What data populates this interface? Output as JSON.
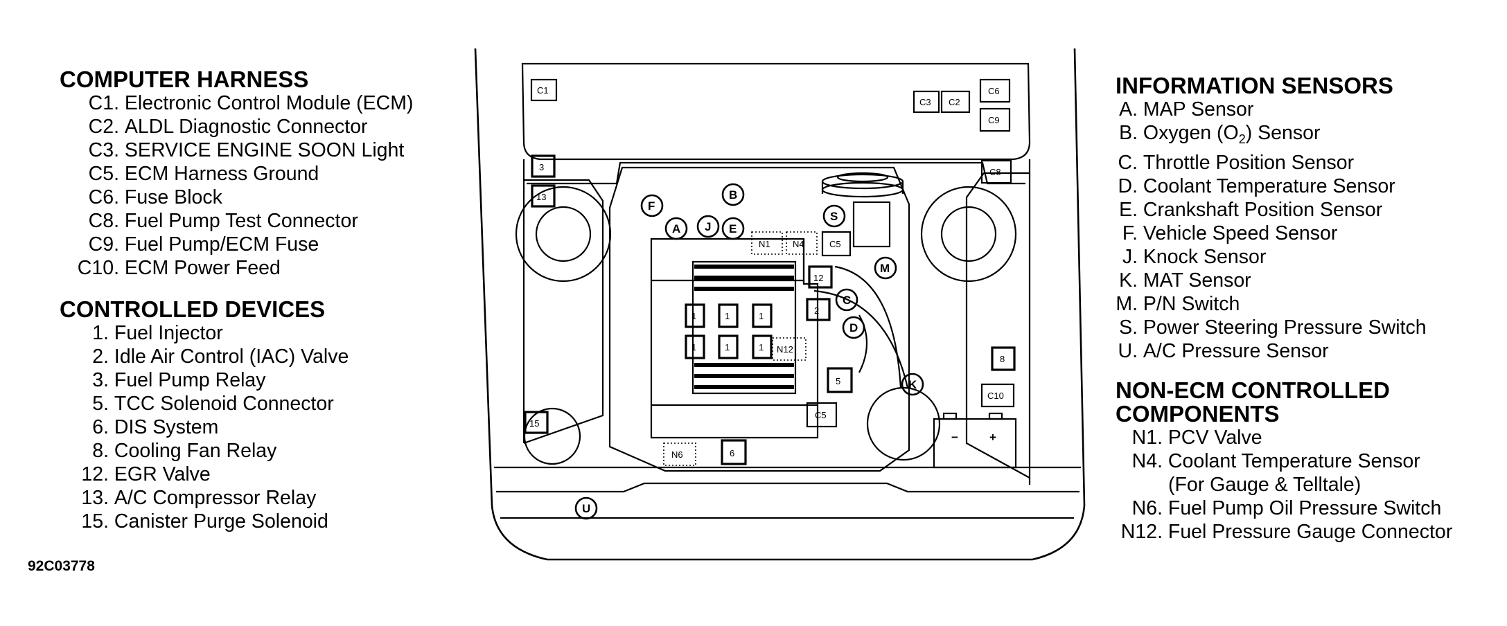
{
  "computer_harness": {
    "title": "COMPUTER HARNESS",
    "items": [
      {
        "code": "C1.",
        "text": "Electronic Control Module (ECM)"
      },
      {
        "code": "C2.",
        "text": "ALDL Diagnostic Connector"
      },
      {
        "code": "C3.",
        "text": "SERVICE ENGINE SOON Light"
      },
      {
        "code": "C5.",
        "text": "ECM Harness Ground"
      },
      {
        "code": "C6.",
        "text": "Fuse Block"
      },
      {
        "code": "C8.",
        "text": "Fuel Pump Test Connector"
      },
      {
        "code": "C9.",
        "text": "Fuel Pump/ECM Fuse"
      },
      {
        "code": "C10.",
        "text": "ECM Power Feed"
      }
    ]
  },
  "controlled_devices": {
    "title": "CONTROLLED DEVICES",
    "items": [
      {
        "code": "1.",
        "text": "Fuel Injector"
      },
      {
        "code": "2.",
        "text": "Idle Air Control (IAC) Valve"
      },
      {
        "code": "3.",
        "text": "Fuel Pump Relay"
      },
      {
        "code": "5.",
        "text": "TCC Solenoid Connector"
      },
      {
        "code": "6.",
        "text": "DIS System"
      },
      {
        "code": "8.",
        "text": "Cooling Fan Relay"
      },
      {
        "code": "12.",
        "text": "EGR Valve"
      },
      {
        "code": "13.",
        "text": "A/C Compressor Relay"
      },
      {
        "code": "15.",
        "text": "Canister Purge Solenoid"
      }
    ]
  },
  "information_sensors": {
    "title": "INFORMATION SENSORS",
    "items": [
      {
        "code": "A.",
        "text": "MAP Sensor"
      },
      {
        "code": "B.",
        "text_pre": "Oxygen (O",
        "subscript": "2",
        "text_post": ") Sensor"
      },
      {
        "code": "C.",
        "text": "Throttle Position Sensor"
      },
      {
        "code": "D.",
        "text": "Coolant Temperature Sensor"
      },
      {
        "code": "E.",
        "text": "Crankshaft Position Sensor"
      },
      {
        "code": "F.",
        "text": "Vehicle Speed Sensor"
      },
      {
        "code": "J.",
        "text": "Knock Sensor"
      },
      {
        "code": "K.",
        "text": "MAT Sensor"
      },
      {
        "code": "M.",
        "text": "P/N Switch"
      },
      {
        "code": "S.",
        "text": "Power Steering Pressure Switch"
      },
      {
        "code": "U.",
        "text": "A/C Pressure Sensor"
      }
    ]
  },
  "non_ecm_components": {
    "title_line1": "NON-ECM CONTROLLED",
    "title_line2": "COMPONENTS",
    "items": [
      {
        "code": "N1.",
        "text": "PCV Valve"
      },
      {
        "code": "N4.",
        "text": "Coolant Temperature Sensor"
      },
      {
        "code": "",
        "text": "(For Gauge & Telltale)"
      },
      {
        "code": "N6.",
        "text": "Fuel Pump Oil Pressure Switch"
      },
      {
        "code": "N12.",
        "text": "Fuel Pressure Gauge Connector"
      }
    ]
  },
  "figure_id": "92C03778",
  "diagram_labels": {
    "c1": "C1",
    "c3": "C3",
    "c2": "C2",
    "c6": "C6",
    "c9": "C9",
    "c8": "C8",
    "c5_top": "C5",
    "c5_bottom": "C5",
    "c10": "C10",
    "r3": "3",
    "r13": "13",
    "r15": "15",
    "r12": "12",
    "r2": "2",
    "r5": "5",
    "r6": "6",
    "r8": "8",
    "inj": "1",
    "n1": "N1",
    "n4": "N4",
    "n12": "N12",
    "n6": "N6",
    "s_f": "F",
    "s_b": "B",
    "s_a": "A",
    "s_j": "J",
    "s_e": "E",
    "s_s": "S",
    "s_m": "M",
    "s_c": "C",
    "s_d": "D",
    "s_k": "K",
    "s_u": "U",
    "batt_minus": "−",
    "batt_plus": "+"
  }
}
